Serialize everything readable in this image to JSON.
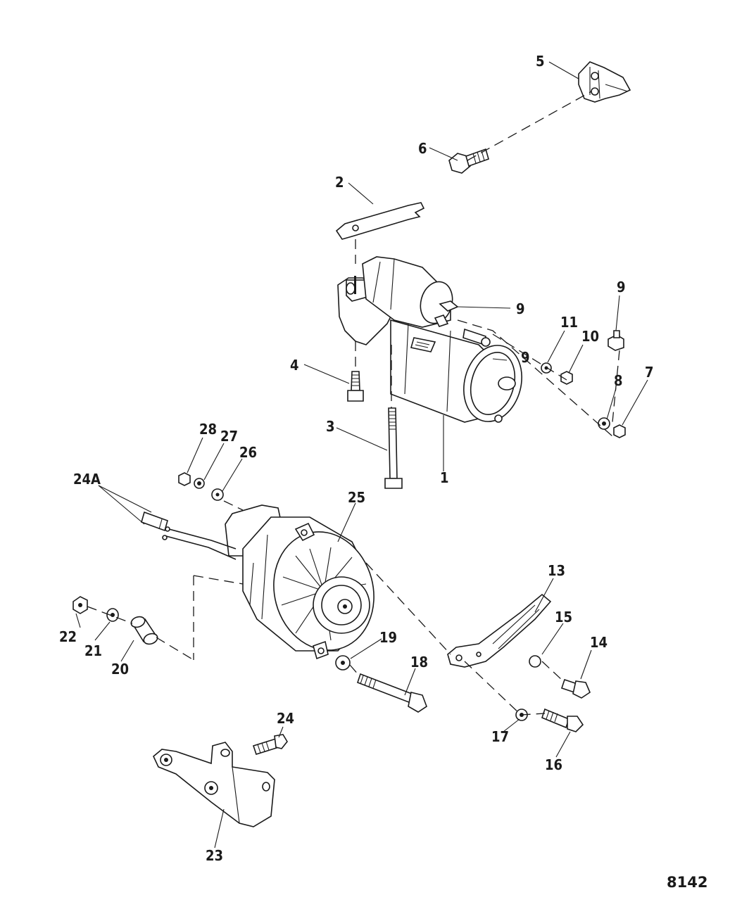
{
  "figure_number": "8142",
  "labels": {
    "n1": "1",
    "n2": "2",
    "n3": "3",
    "n4": "4",
    "n5": "5",
    "n6": "6",
    "n7": "7",
    "n8": "8",
    "n9a": "9",
    "n9b": "9",
    "n9c": "9",
    "n10": "10",
    "n11": "11",
    "n13": "13",
    "n14": "14",
    "n15": "15",
    "n16": "16",
    "n17": "17",
    "n18": "18",
    "n19": "19",
    "n20": "20",
    "n21": "21",
    "n22": "22",
    "n23": "23",
    "n24": "24",
    "n24a": "24A",
    "n25": "25",
    "n26": "26",
    "n27": "27",
    "n28": "28"
  }
}
